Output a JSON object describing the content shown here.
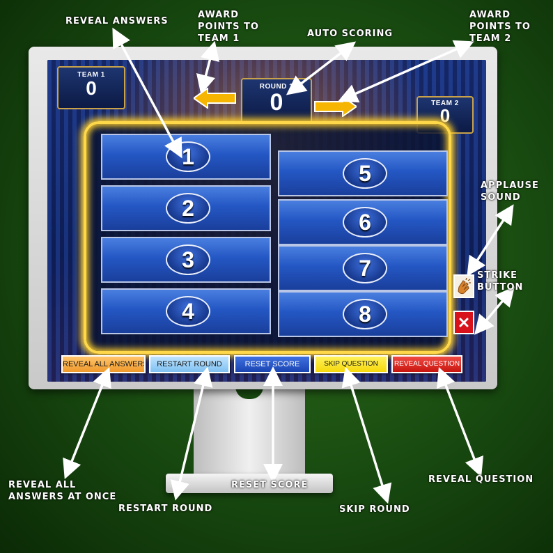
{
  "callouts": {
    "reveal_answers": "REVEAL ANSWERS",
    "award_team1": "AWARD\nPOINTS TO\nTEAM 1",
    "auto_scoring": "AUTO SCORING",
    "award_team2": "AWARD\nPOINTS TO\nTEAM 2",
    "applause_sound": "APPLAUSE\nSOUND",
    "strike_button": "STRIKE\nBUTTON",
    "reveal_all_once": "REVEAL ALL\nANSWERS AT ONCE",
    "restart_round": "RESTART ROUND",
    "reset_score": "RESET SCORE",
    "skip_round": "SKIP ROUND",
    "reveal_question": "REVEAL QUESTION"
  },
  "game": {
    "team1": {
      "label": "TEAM 1",
      "score": "0"
    },
    "round": {
      "label": "ROUND 1",
      "score": "0"
    },
    "team2": {
      "label": "TEAM 2",
      "score": "0"
    },
    "answers": [
      "1",
      "2",
      "3",
      "4",
      "5",
      "6",
      "7",
      "8"
    ]
  },
  "controls": {
    "reveal_all": "REVEAL ALL ANSWERS",
    "restart_round": "RESTART ROUND",
    "reset_score": "RESET SCORE",
    "skip_question": "SKIP QUESTION",
    "reveal_question": "REVEAL QUESTION"
  },
  "icons": {
    "applause": "clapping-hands-icon",
    "strike": "x-icon"
  },
  "colors": {
    "background": "#184a10",
    "board_glow": "#ffd84a",
    "tile_blue": "#2457c4",
    "reveal_all_btn": "#f4a43a",
    "restart_btn": "#8ec9f3",
    "reset_btn": "#1f4fbf",
    "skip_btn": "#ffe317",
    "reveal_question_btn": "#e1231f",
    "strike_btn": "#d8121b",
    "annotation": "#ffffff"
  }
}
